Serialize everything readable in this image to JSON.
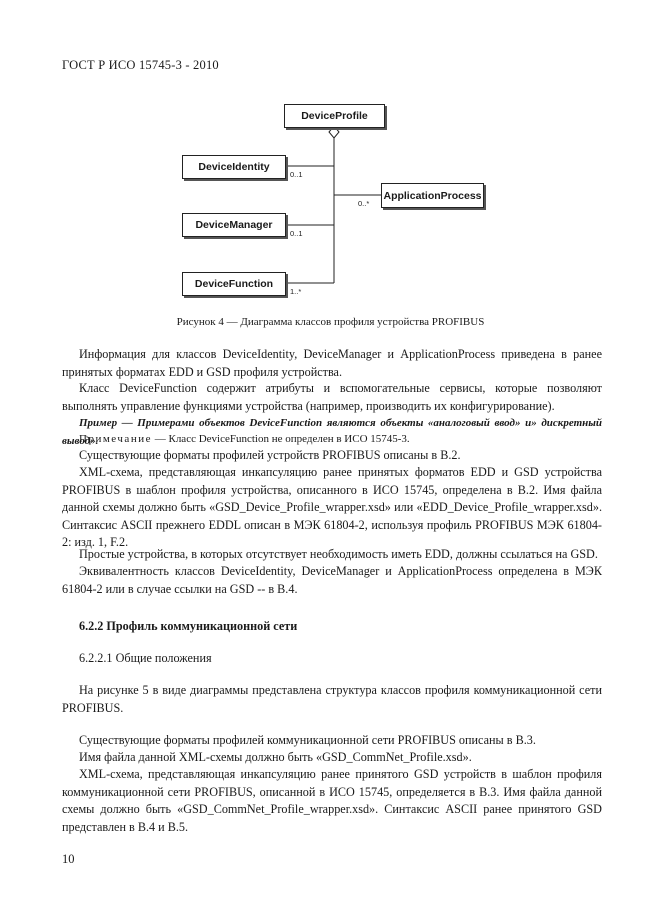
{
  "header": "ГОСТ Р ИСО 15745-3 - 2010",
  "diagram": {
    "device_profile": "DeviceProfile",
    "device_identity": "DeviceIdentity",
    "device_manager": "DeviceManager",
    "device_function": "DeviceFunction",
    "application_process": "ApplicationProcess",
    "mult_identity": "0..1",
    "mult_manager": "0..1",
    "mult_function": "1..*",
    "mult_application": "0..*"
  },
  "caption": "Рисунок 4 — Диаграмма классов профиля устройства PROFIBUS",
  "paragraphs": {
    "p1": "Информация для классов DeviceIdentity, DeviceManager и ApplicationProcess приведена в ранее принятых форматах EDD и GSD профиля устройства.",
    "p2": "Класс DeviceFunction содержит атрибуты и вспомогательные сервисы, которые позволяют выполнять управление функциями устройства (например, производить их конфигурирование).",
    "example": "Пример — Примерами объектов DeviceFunction являются объекты «аналоговый ввод» и» дискретный вывод».",
    "note_label": "Примечание",
    "note_text": " — Класс DeviceFunction не определен в ИСО 15745-3.",
    "p3": "Существующие форматы профилей устройств PROFIBUS описаны в В.2.",
    "p4": "XML-схема, представляющая инкапсуляцию ранее принятых форматов EDD и GSD устройства PROFIBUS в шаблон профиля устройства, описанного в ИСО 15745, определена в В.2. Имя файла данной схемы должно быть «GSD_Device_Profile_wrapper.xsd» или «EDD_Device_Profile_wrapper.xsd». Синтаксис ASCII прежнего EDDL описан в МЭК 61804-2, используя профиль PROFIBUS МЭК 61804-2: изд. 1, F.2.",
    "p5": "Простые устройства, в которых отсутствует необходимость иметь EDD, должны ссылаться на GSD.",
    "p6": "Эквивалентность классов DeviceIdentity, DeviceManager и ApplicationProcess определена в МЭК 61804-2 или в случае ссылки на GSD -- в В.4.",
    "heading_622": "6.2.2 Профиль коммуникационной сети",
    "heading_6221": "6.2.2.1 Общие положения",
    "p7": "На рисунке 5 в виде диаграммы представлена структура классов профиля коммуникационной сети PROFIBUS.",
    "p8": "Существующие форматы профилей коммуникационной сети PROFIBUS описаны в В.3.",
    "p9": "Имя файла данной XML-схемы должно быть «GSD_CommNet_Profile.xsd».",
    "p10": "XML-схема, представляющая инкапсуляцию ранее принятого GSD устройств в шаблон профиля коммуникационной сети PROFIBUS, описанной в ИСО 15745, определяется в В.3. Имя файла данной схемы должно быть «GSD_CommNet_Profile_wrapper.xsd». Синтаксис ASCII ранее принятого GSD представлен в В.4 и В.5."
  },
  "page_number": "10"
}
